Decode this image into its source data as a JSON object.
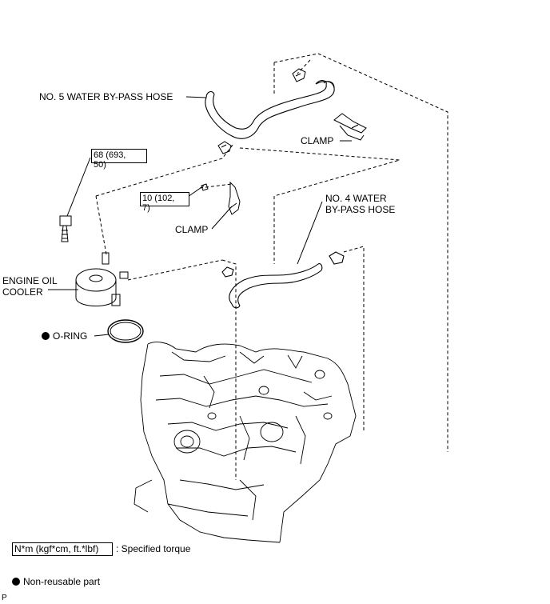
{
  "labels": {
    "no5_hose": "NO. 5 WATER BY-PASS HOSE",
    "clamp_upper": "CLAMP",
    "clamp_lower": "CLAMP",
    "no4_hose_line1": "NO. 4 WATER",
    "no4_hose_line2": "BY-PASS HOSE",
    "engine_oil_cooler_line1": "ENGINE OIL",
    "engine_oil_cooler_line2": "COOLER",
    "o_ring": "O-RING"
  },
  "torques": {
    "bolt_68": "68 (693,\n50)",
    "bolt_10": "10 (102,\n7)"
  },
  "legend": {
    "torque_box": "N*m (kgf*cm, ft.*lbf)",
    "torque_desc": ": Specified torque",
    "nonreusable": "Non-reusable part"
  },
  "footer": {
    "code": "P"
  }
}
